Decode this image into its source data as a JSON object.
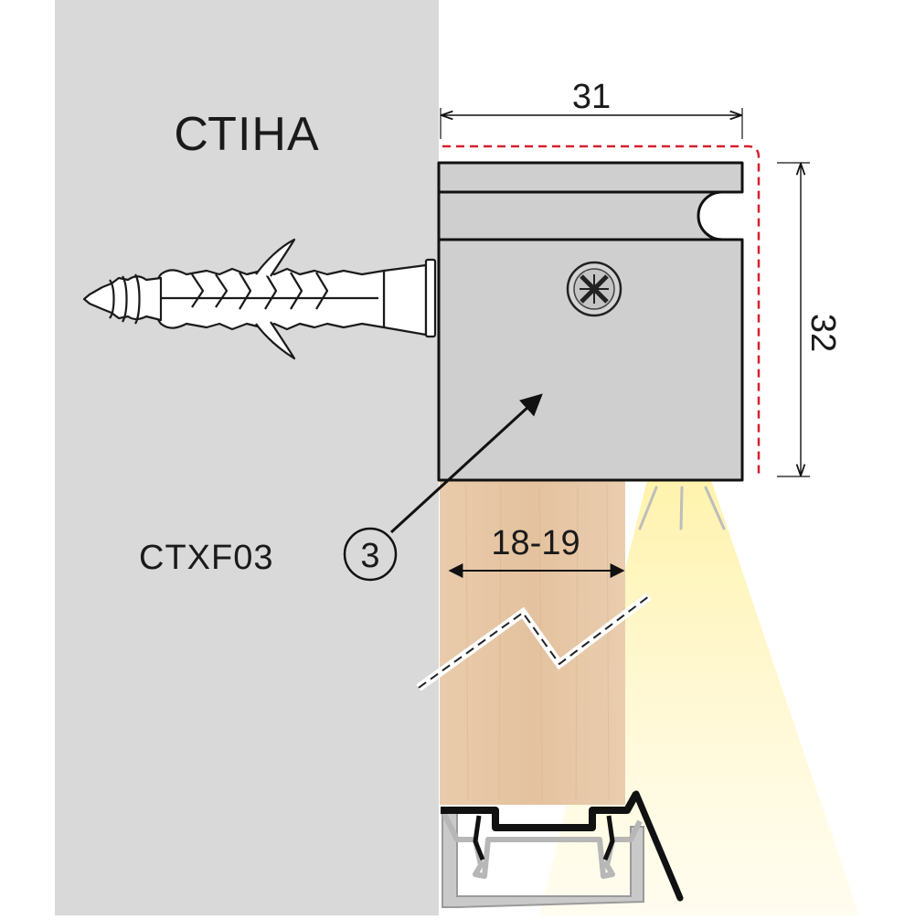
{
  "wall_label": "СТІНА",
  "dimensions": {
    "width": "31",
    "height": "32",
    "board_thickness": "18-19"
  },
  "part": {
    "code": "CTXF03",
    "callout_number": "3"
  },
  "colors": {
    "wall": "#d9d9d9",
    "profile": "#cfcfd0",
    "wood": "#e8c9a8",
    "light_beam": "#fff6c0",
    "dashed_outline": "#d6202e"
  }
}
